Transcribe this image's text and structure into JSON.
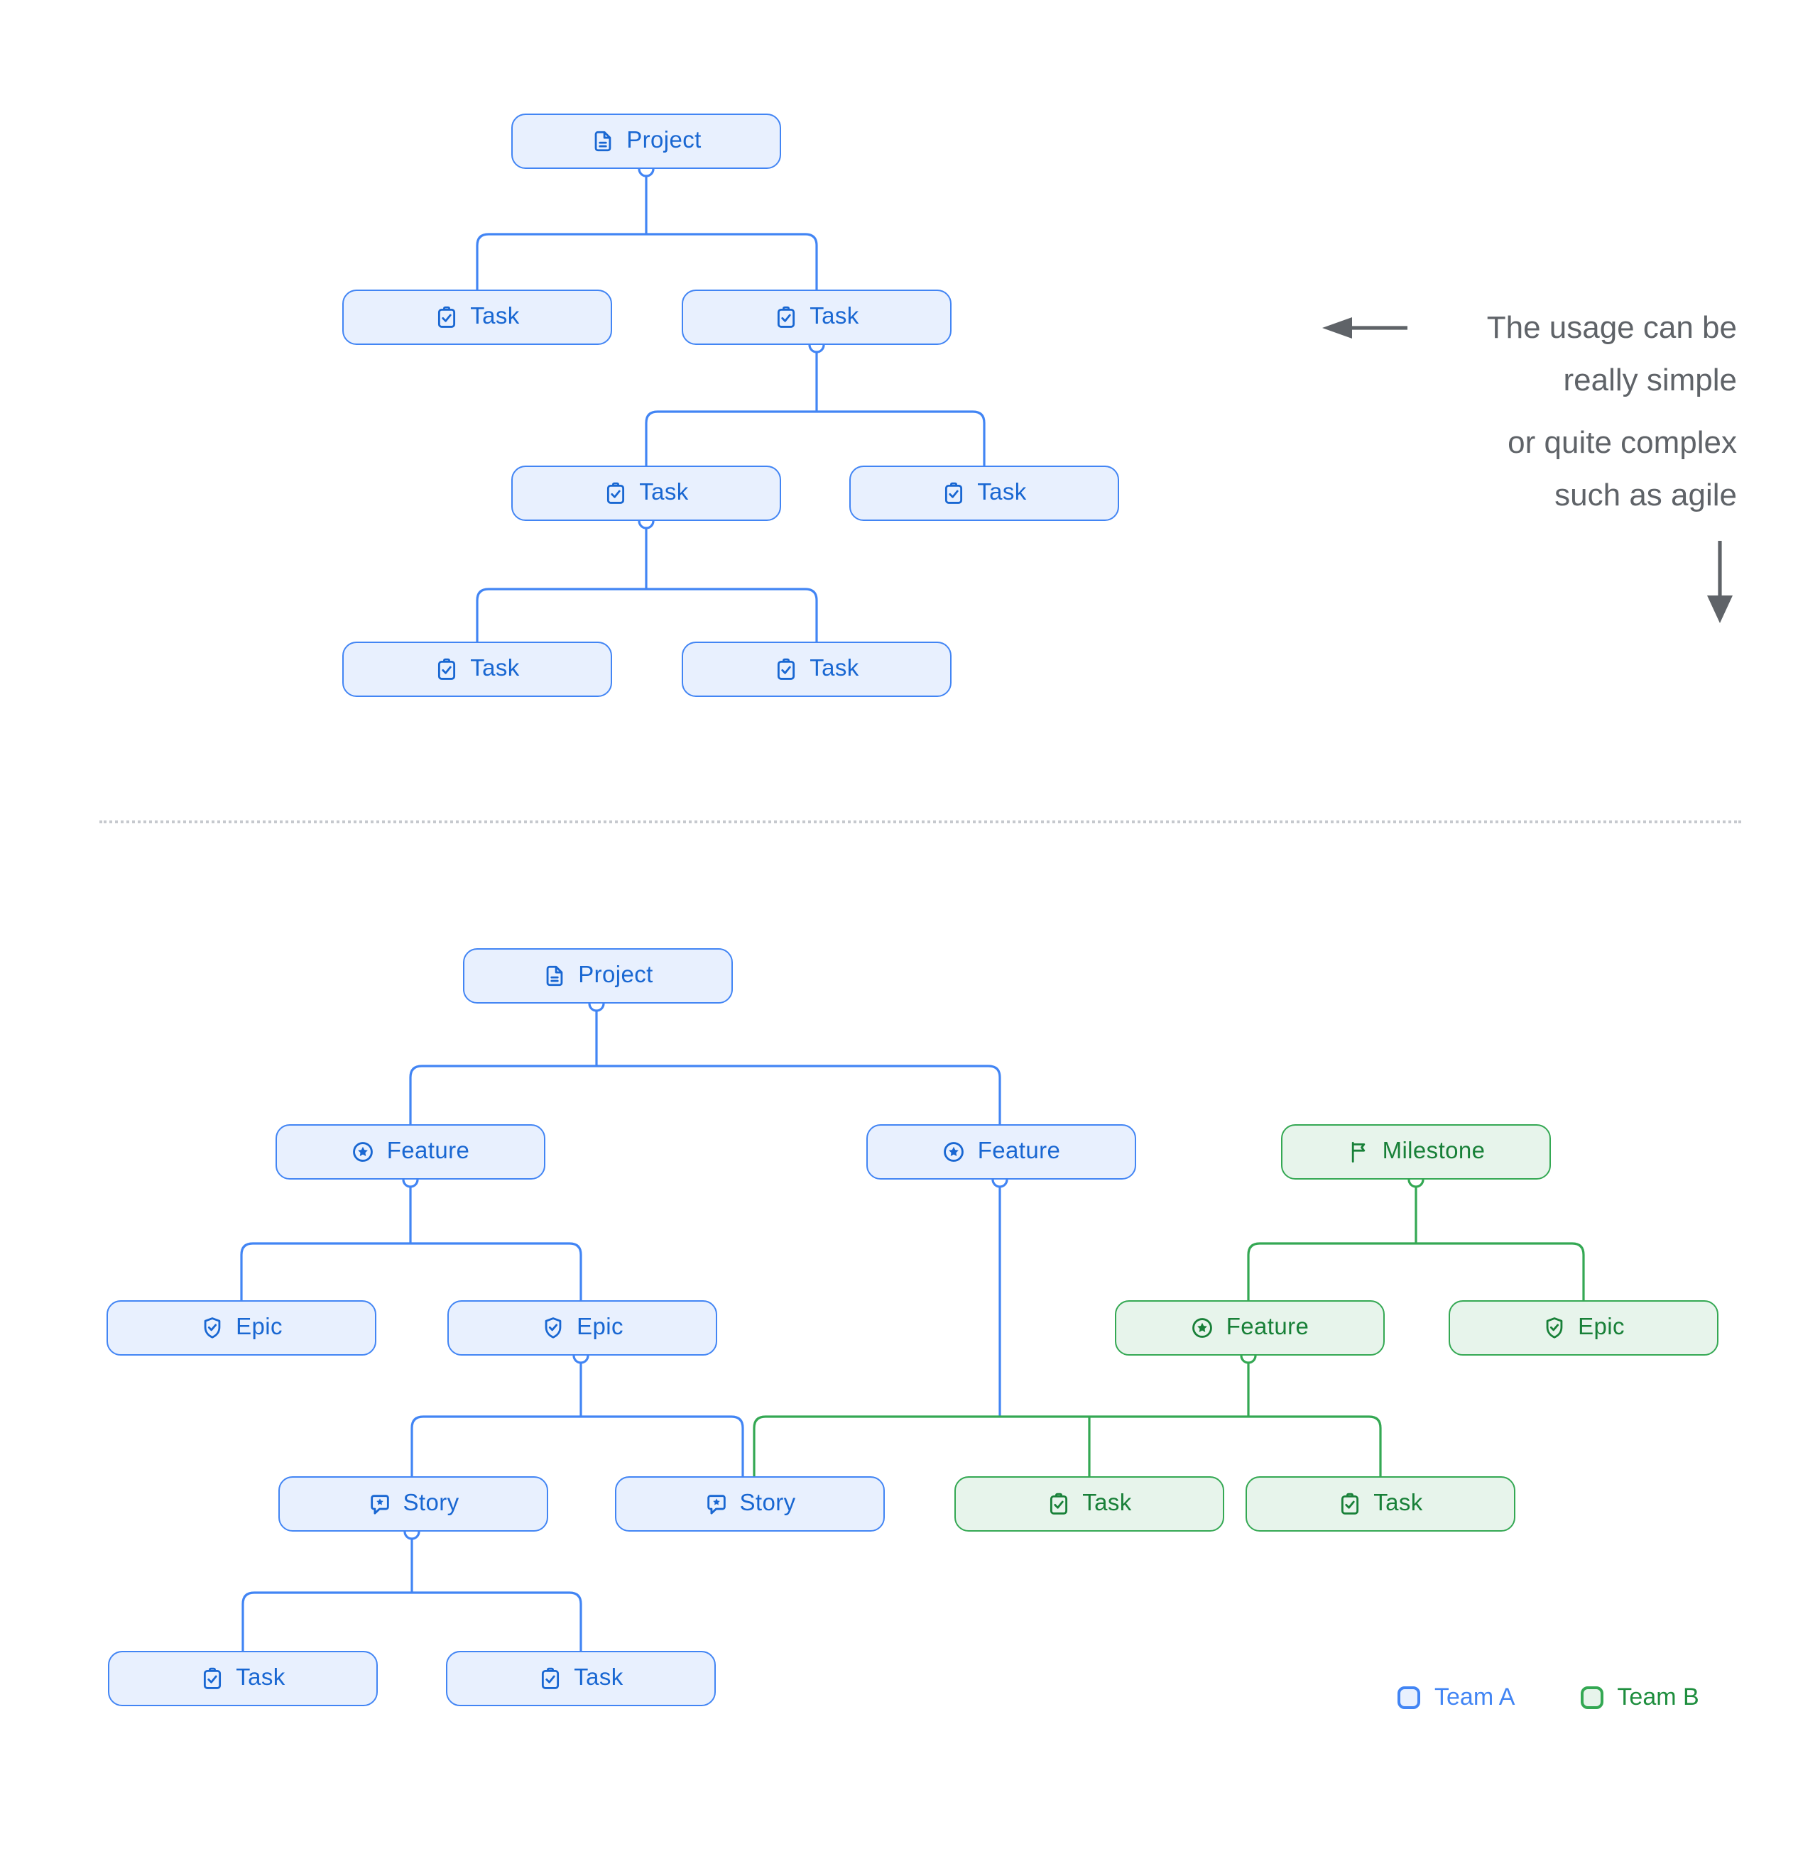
{
  "annotation": {
    "lines": [
      "The usage can be",
      "really simple",
      "or quite complex",
      "such as agile"
    ]
  },
  "legend": {
    "team_a": "Team A",
    "team_b": "Team B"
  },
  "colors": {
    "team_a_border": "#4285f4",
    "team_a_fill": "#e8f0fe",
    "team_a_text": "#1967d2",
    "team_b_border": "#34a853",
    "team_b_fill": "#e7f4eb",
    "team_b_text": "#188038",
    "annotation_text": "#5f6368",
    "divider": "#c6c9ce"
  },
  "simple_tree": {
    "nodes": [
      {
        "id": "project",
        "label": "Project",
        "icon": "document-icon",
        "parent": null,
        "team": "A"
      },
      {
        "id": "task-1",
        "label": "Task",
        "icon": "task-icon",
        "parent": "project",
        "team": "A"
      },
      {
        "id": "task-2",
        "label": "Task",
        "icon": "task-icon",
        "parent": "project",
        "team": "A"
      },
      {
        "id": "task-3",
        "label": "Task",
        "icon": "task-icon",
        "parent": "task-2",
        "team": "A"
      },
      {
        "id": "task-4",
        "label": "Task",
        "icon": "task-icon",
        "parent": "task-2",
        "team": "A"
      },
      {
        "id": "task-5",
        "label": "Task",
        "icon": "task-icon",
        "parent": "task-3",
        "team": "A"
      },
      {
        "id": "task-6",
        "label": "Task",
        "icon": "task-icon",
        "parent": "task-3",
        "team": "A"
      }
    ]
  },
  "complex_tree": {
    "nodes": [
      {
        "id": "project",
        "label": "Project",
        "icon": "document-icon",
        "parents": [],
        "team": "A"
      },
      {
        "id": "feature-1",
        "label": "Feature",
        "icon": "feature-icon",
        "parents": [
          "project"
        ],
        "team": "A"
      },
      {
        "id": "feature-2",
        "label": "Feature",
        "icon": "feature-icon",
        "parents": [
          "project"
        ],
        "team": "A"
      },
      {
        "id": "milestone",
        "label": "Milestone",
        "icon": "milestone-icon",
        "parents": [],
        "team": "B"
      },
      {
        "id": "epic-1",
        "label": "Epic",
        "icon": "epic-icon",
        "parents": [
          "feature-1"
        ],
        "team": "A"
      },
      {
        "id": "epic-2",
        "label": "Epic",
        "icon": "epic-icon",
        "parents": [
          "feature-1"
        ],
        "team": "A"
      },
      {
        "id": "feature-3",
        "label": "Feature",
        "icon": "feature-icon",
        "parents": [
          "milestone"
        ],
        "team": "B"
      },
      {
        "id": "epic-3",
        "label": "Epic",
        "icon": "epic-icon",
        "parents": [
          "milestone"
        ],
        "team": "B"
      },
      {
        "id": "story-1",
        "label": "Story",
        "icon": "story-icon",
        "parents": [
          "epic-2"
        ],
        "team": "A"
      },
      {
        "id": "story-2",
        "label": "Story",
        "icon": "story-icon",
        "parents": [
          "epic-2",
          "feature-2"
        ],
        "team": "A"
      },
      {
        "id": "task-g1",
        "label": "Task",
        "icon": "task-icon",
        "parents": [
          "feature-2",
          "feature-3"
        ],
        "team": "B"
      },
      {
        "id": "task-g2",
        "label": "Task",
        "icon": "task-icon",
        "parents": [
          "feature-2",
          "feature-3"
        ],
        "team": "B"
      },
      {
        "id": "task-b1",
        "label": "Task",
        "icon": "task-icon",
        "parents": [
          "story-1"
        ],
        "team": "A"
      },
      {
        "id": "task-b2",
        "label": "Task",
        "icon": "task-icon",
        "parents": [
          "story-1"
        ],
        "team": "A"
      }
    ]
  }
}
